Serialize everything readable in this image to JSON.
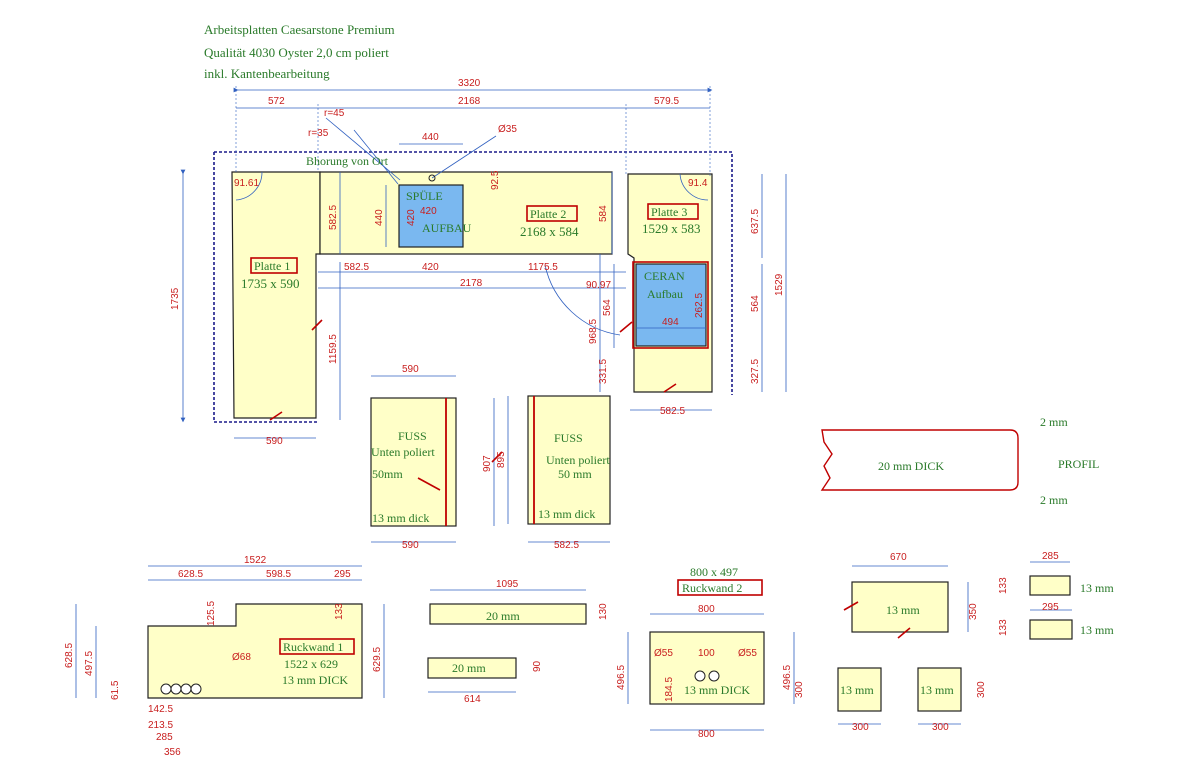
{
  "header": {
    "line1": "Arbeitsplatten Caesarstone Premium",
    "line2": "Qualität 4030 Oyster 2,0 cm poliert",
    "line3": "inkl. Kantenbearbeitung"
  },
  "colors": {
    "plate": "#ffffc8",
    "cutout": "#7ab8f0",
    "dim_red": "#c81e1e",
    "dim_blue": "#3060c0",
    "label_green": "#2a7a2a",
    "label_box": "#c00000"
  },
  "plates": {
    "p1_name": "Platte 1",
    "p1_size": "1735 x 590",
    "p2_name": "Platte 2",
    "p2_size": "2168 x 584",
    "p3_name": "Platte 3",
    "p3_size": "1529 x 583",
    "spuele": "SPÜLE",
    "aufbau": "AUFBAU",
    "ceran": "CERAN",
    "ceran_aufbau": "Aufbau",
    "bohrung": "Bhorung von Ort"
  },
  "fuss": {
    "title": "FUSS",
    "polish": "Unten poliert",
    "f1_height": "50mm",
    "f2_height": "50 mm",
    "thickness": "13 mm dick"
  },
  "profile": {
    "thickness": "20 mm DICK",
    "top": "2 mm",
    "bottom": "2 mm",
    "title": "PROFIL"
  },
  "rueckwand": {
    "rw1_name": "Ruckwand 1",
    "rw1_size": "1522 x 629",
    "rw1_thick": "13 mm DICK",
    "rw2_dim": "800 x 497",
    "rw2_name": "Ruckwand 2",
    "rw2_thick": "13 mm DICK"
  },
  "pieces": {
    "strip": "20 mm",
    "small": "13 mm"
  },
  "dims": {
    "d3320": "3320",
    "d572": "572",
    "d2168": "2168",
    "d5795": "579.5",
    "r45": "r=45",
    "r35": "r=35",
    "d440t": "440",
    "o35": "Ø35",
    "a9161": "91.61",
    "a914": "91.4",
    "d1735": "1735",
    "d5825v": "582.5",
    "d440v": "440",
    "d420s": "420",
    "d420v": "420",
    "d925": "92.5",
    "d584": "584",
    "d6375": "637.5",
    "d1529": "1529",
    "d564r": "564",
    "d3275": "327.5",
    "d5825m": "582.5",
    "d420m": "420",
    "d11755": "1175.5",
    "d2178": "2178",
    "d9097": "90.97",
    "d11595": "1159.5",
    "d9685": "968.5",
    "d3315": "331.5",
    "d564c": "564",
    "d2625": "262.5",
    "d494": "494",
    "d590b": "590",
    "d5825b": "582.5",
    "d590f": "590",
    "d907": "907",
    "d895": "895",
    "d590fb": "590",
    "d5825fb": "582.5",
    "d1522": "1522",
    "d6285": "628.5",
    "d5985": "598.5",
    "d295a": "295",
    "d6285v": "628.5",
    "d4975": "497.5",
    "d1255": "125.5",
    "d133a": "133",
    "d6295": "629.5",
    "o68": "Ø68",
    "d615": "61.5",
    "d1425": "142.5",
    "d2135": "213.5",
    "d285": "285",
    "d356": "356",
    "d1095": "1095",
    "d130": "130",
    "d90": "90",
    "d614": "614",
    "d800t": "800",
    "o55a": "Ø55",
    "d100": "100",
    "o55b": "Ø55",
    "d4965l": "496.5",
    "d4965r": "496.5",
    "d1845": "184.5",
    "d800b": "800",
    "d670": "670",
    "d350": "350",
    "d285s": "285",
    "d133b": "133",
    "d295s": "295",
    "d133c": "133",
    "d300a": "300",
    "d300b": "300",
    "d300c": "300",
    "d300d": "300"
  }
}
